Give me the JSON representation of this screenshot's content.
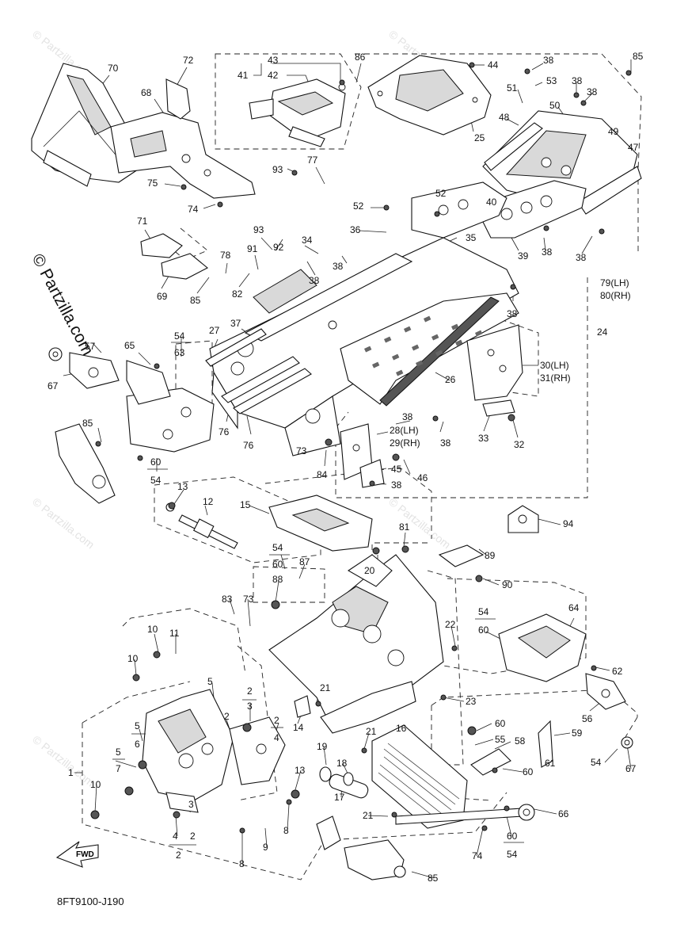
{
  "diagram": {
    "reference_code": "8FT9100-J190",
    "direction_arrow": "FWD",
    "watermark": "© Partzilla.com",
    "side_watermark": "© Partzilla.com",
    "labels": [
      {
        "id": "70",
        "text": "70"
      },
      {
        "id": "72",
        "text": "72"
      },
      {
        "id": "68",
        "text": "68"
      },
      {
        "id": "75",
        "text": "75"
      },
      {
        "id": "74a",
        "text": "74"
      },
      {
        "id": "71",
        "text": "71"
      },
      {
        "id": "69",
        "text": "69"
      },
      {
        "id": "85a",
        "text": "85"
      },
      {
        "id": "78",
        "text": "78"
      },
      {
        "id": "82",
        "text": "82"
      },
      {
        "id": "91",
        "text": "91"
      },
      {
        "id": "93a",
        "text": "93"
      },
      {
        "id": "92",
        "text": "92"
      },
      {
        "id": "93b",
        "text": "93"
      },
      {
        "id": "77",
        "text": "77"
      },
      {
        "id": "34",
        "text": "34"
      },
      {
        "id": "38a",
        "text": "38"
      },
      {
        "id": "38b",
        "text": "38"
      },
      {
        "id": "36",
        "text": "36"
      },
      {
        "id": "52a",
        "text": "52"
      },
      {
        "id": "52b",
        "text": "52"
      },
      {
        "id": "35",
        "text": "35"
      },
      {
        "id": "40",
        "text": "40"
      },
      {
        "id": "39",
        "text": "39"
      },
      {
        "id": "38c",
        "text": "38"
      },
      {
        "id": "38d",
        "text": "38"
      },
      {
        "id": "79",
        "text": "79(LH)"
      },
      {
        "id": "80",
        "text": "80(RH)"
      },
      {
        "id": "24",
        "text": "24"
      },
      {
        "id": "43",
        "text": "43"
      },
      {
        "id": "41",
        "text": "41"
      },
      {
        "id": "42",
        "text": "42"
      },
      {
        "id": "86",
        "text": "86"
      },
      {
        "id": "44",
        "text": "44"
      },
      {
        "id": "38e",
        "text": "38"
      },
      {
        "id": "85b",
        "text": "85"
      },
      {
        "id": "51",
        "text": "51"
      },
      {
        "id": "53",
        "text": "53"
      },
      {
        "id": "38f",
        "text": "38"
      },
      {
        "id": "38g",
        "text": "38"
      },
      {
        "id": "50",
        "text": "50"
      },
      {
        "id": "48",
        "text": "48"
      },
      {
        "id": "49",
        "text": "49"
      },
      {
        "id": "47",
        "text": "47"
      },
      {
        "id": "25",
        "text": "25"
      },
      {
        "id": "38h",
        "text": "38"
      },
      {
        "id": "30",
        "text": "30(LH)"
      },
      {
        "id": "31",
        "text": "31(RH)"
      },
      {
        "id": "26",
        "text": "26"
      },
      {
        "id": "33",
        "text": "33"
      },
      {
        "id": "32",
        "text": "32"
      },
      {
        "id": "54a",
        "text": "54"
      },
      {
        "id": "63",
        "text": "63"
      },
      {
        "id": "57",
        "text": "57"
      },
      {
        "id": "65",
        "text": "65"
      },
      {
        "id": "67a",
        "text": "67"
      },
      {
        "id": "27",
        "text": "27"
      },
      {
        "id": "37",
        "text": "37"
      },
      {
        "id": "76a",
        "text": "76"
      },
      {
        "id": "76b",
        "text": "76"
      },
      {
        "id": "85c",
        "text": "85"
      },
      {
        "id": "60a",
        "text": "60"
      },
      {
        "id": "54b",
        "text": "54"
      },
      {
        "id": "38i",
        "text": "38"
      },
      {
        "id": "28",
        "text": "28(LH)"
      },
      {
        "id": "29",
        "text": "29(RH)"
      },
      {
        "id": "38j",
        "text": "38"
      },
      {
        "id": "73a",
        "text": "73"
      },
      {
        "id": "84",
        "text": "84"
      },
      {
        "id": "46",
        "text": "46"
      },
      {
        "id": "45",
        "text": "45"
      },
      {
        "id": "38k",
        "text": "38"
      },
      {
        "id": "13a",
        "text": "13"
      },
      {
        "id": "12",
        "text": "12"
      },
      {
        "id": "15",
        "text": "15"
      },
      {
        "id": "94",
        "text": "94"
      },
      {
        "id": "81",
        "text": "81"
      },
      {
        "id": "89",
        "text": "89"
      },
      {
        "id": "54c",
        "text": "54"
      },
      {
        "id": "60b",
        "text": "60"
      },
      {
        "id": "87",
        "text": "87"
      },
      {
        "id": "88",
        "text": "88"
      },
      {
        "id": "20",
        "text": "20"
      },
      {
        "id": "90",
        "text": "90"
      },
      {
        "id": "83",
        "text": "83"
      },
      {
        "id": "73b",
        "text": "73"
      },
      {
        "id": "54d",
        "text": "54"
      },
      {
        "id": "60c",
        "text": "60"
      },
      {
        "id": "64",
        "text": "64"
      },
      {
        "id": "22",
        "text": "22"
      },
      {
        "id": "10a",
        "text": "10"
      },
      {
        "id": "11",
        "text": "11"
      },
      {
        "id": "62",
        "text": "62"
      },
      {
        "id": "10b",
        "text": "10"
      },
      {
        "id": "5a",
        "text": "5"
      },
      {
        "id": "21a",
        "text": "21"
      },
      {
        "id": "23",
        "text": "23"
      },
      {
        "id": "56",
        "text": "56"
      },
      {
        "id": "2a",
        "text": "2"
      },
      {
        "id": "3a",
        "text": "3"
      },
      {
        "id": "5b",
        "text": "5"
      },
      {
        "id": "6",
        "text": "6"
      },
      {
        "id": "2b",
        "text": "2"
      },
      {
        "id": "2c",
        "text": "2"
      },
      {
        "id": "4a",
        "text": "4"
      },
      {
        "id": "14",
        "text": "14"
      },
      {
        "id": "21b",
        "text": "21"
      },
      {
        "id": "16",
        "text": "16"
      },
      {
        "id": "60d",
        "text": "60"
      },
      {
        "id": "55",
        "text": "55"
      },
      {
        "id": "58",
        "text": "58"
      },
      {
        "id": "59",
        "text": "59"
      },
      {
        "id": "5c",
        "text": "5"
      },
      {
        "id": "7",
        "text": "7"
      },
      {
        "id": "19",
        "text": "19"
      },
      {
        "id": "18",
        "text": "18"
      },
      {
        "id": "61",
        "text": "61"
      },
      {
        "id": "60e",
        "text": "60"
      },
      {
        "id": "54e",
        "text": "54"
      },
      {
        "id": "67b",
        "text": "67"
      },
      {
        "id": "1",
        "text": "1"
      },
      {
        "id": "13b",
        "text": "13"
      },
      {
        "id": "17",
        "text": "17"
      },
      {
        "id": "10c",
        "text": "10"
      },
      {
        "id": "3b",
        "text": "3"
      },
      {
        "id": "21c",
        "text": "21"
      },
      {
        "id": "66",
        "text": "66"
      },
      {
        "id": "4b",
        "text": "4"
      },
      {
        "id": "2d",
        "text": "2"
      },
      {
        "id": "8a",
        "text": "8"
      },
      {
        "id": "9",
        "text": "9"
      },
      {
        "id": "2e",
        "text": "2"
      },
      {
        "id": "8b",
        "text": "8"
      },
      {
        "id": "60f",
        "text": "60"
      },
      {
        "id": "54f",
        "text": "54"
      },
      {
        "id": "74b",
        "text": "74"
      },
      {
        "id": "85d",
        "text": "85"
      }
    ]
  }
}
